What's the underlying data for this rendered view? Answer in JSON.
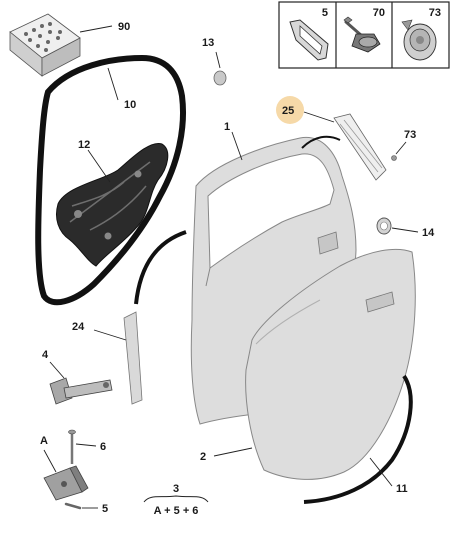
{
  "legend": {
    "cells": [
      {
        "label": "5",
        "icon": "clip-icon"
      },
      {
        "label": "70",
        "icon": "screw-icon"
      },
      {
        "label": "73",
        "icon": "plug-icon"
      }
    ]
  },
  "callouts": {
    "p90": "90",
    "p10": "10",
    "p12": "12",
    "p13": "13",
    "p1": "1",
    "p25": "25",
    "p73": "73",
    "p14": "14",
    "p24": "24",
    "p4": "4",
    "p2": "2",
    "p11": "11",
    "pA": "A",
    "p6": "6",
    "p5": "5",
    "p3": "3",
    "p3_formula": "A + 5 + 6"
  },
  "colors": {
    "highlight": "#f6d9a8",
    "door_fill": "#dddddd",
    "seal_black": "#111111",
    "part_gray": "#9a9a9a"
  }
}
